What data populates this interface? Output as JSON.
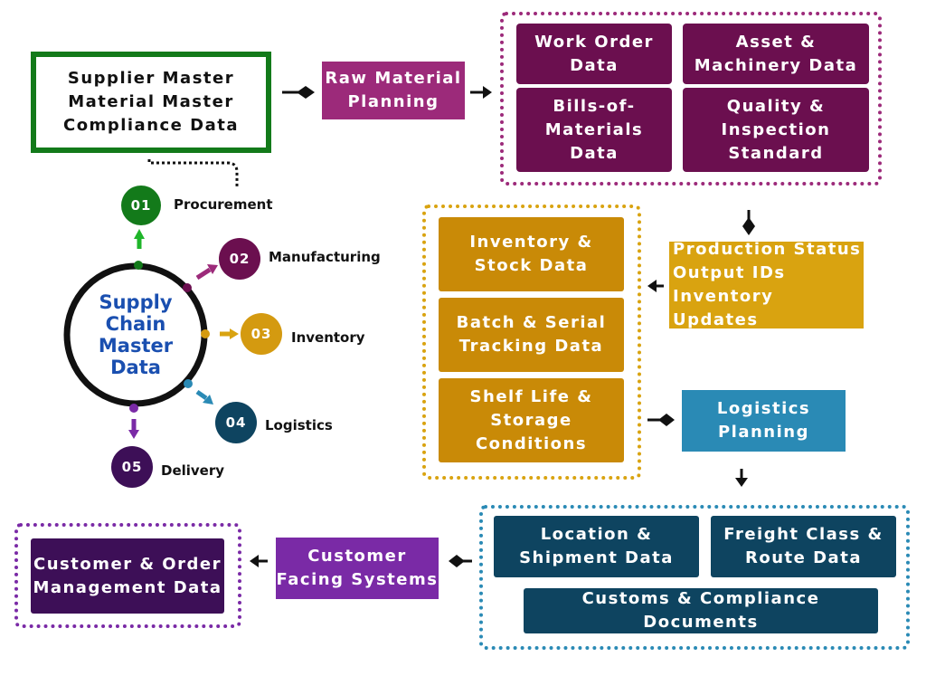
{
  "supplier_box": {
    "text": "Supplier Master\nMaterial Master\nCompliance Data"
  },
  "raw_material": {
    "text": "Raw Material\nPlanning"
  },
  "manufacturing_group": {
    "work_order": "Work Order\nData",
    "asset": "Asset &\nMachinery Data",
    "bom": "Bills-of-\nMaterials\nData",
    "quality": "Quality &\nInspection\nStandard"
  },
  "production_status": {
    "text": "Production Status\nOutput IDs\nInventory Updates"
  },
  "inventory_group": {
    "inventory_stock": "Inventory &\nStock Data",
    "batch_serial": "Batch & Serial\nTracking Data",
    "shelf_life": "Shelf Life &\nStorage\nConditions"
  },
  "logistics_planning": {
    "text": "Logistics\nPlanning"
  },
  "logistics_group": {
    "location": "Location &\nShipment Data",
    "freight": "Freight Class &\nRoute Data",
    "customs": "Customs & Compliance Documents"
  },
  "customer_facing": {
    "text": "Customer\nFacing Systems"
  },
  "customer_order": {
    "text": "Customer & Order\nManagement Data"
  },
  "hub": {
    "title": "Supply\nChain\nMaster\nData"
  },
  "stages": [
    {
      "num": "01",
      "label": "Procurement",
      "color": "#137a1a"
    },
    {
      "num": "02",
      "label": "Manufacturing",
      "color": "#6b0f4f"
    },
    {
      "num": "03",
      "label": "Inventory",
      "color": "#d49a10"
    },
    {
      "num": "04",
      "label": "Logistics",
      "color": "#0e4460"
    },
    {
      "num": "05",
      "label": "Delivery",
      "color": "#3d0f57"
    }
  ],
  "colors": {
    "green": "#137a1a",
    "magenta": "#9c2a7a",
    "plum": "#6b0f4f",
    "amber": "#c98a07",
    "gold": "#d9a310",
    "blue": "#2a8ab5",
    "navy": "#0e4460",
    "purple": "#7a2aa6",
    "deep_purple": "#3d0f57"
  }
}
